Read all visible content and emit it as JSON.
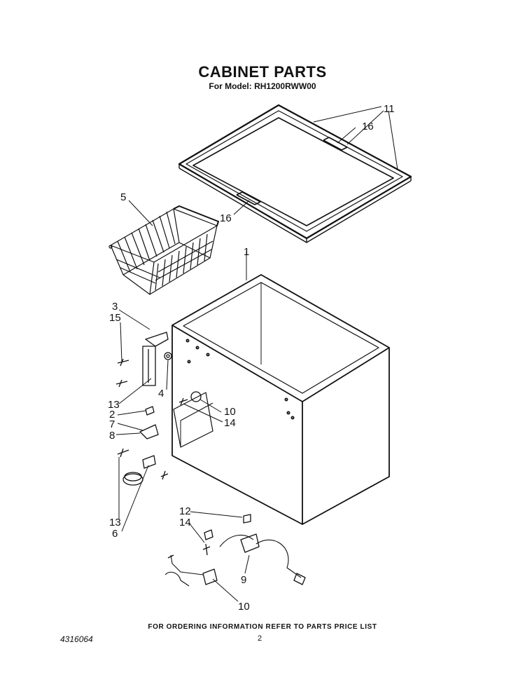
{
  "title": "CABINET PARTS",
  "model_line": "For Model: RH1200RWW00",
  "footer_note": "FOR ORDERING INFORMATION REFER TO PARTS PRICE LIST",
  "page_number": "2",
  "document_number": "4316064",
  "callouts": {
    "c1": "1",
    "c2": "2",
    "c3": "3",
    "c4": "4",
    "c5": "5",
    "c6": "6",
    "c7": "7",
    "c8": "8",
    "c9": "9",
    "c10a": "10",
    "c10b": "10",
    "c11": "11",
    "c12": "12",
    "c13a": "13",
    "c13b": "13",
    "c14a": "14",
    "c14b": "14",
    "c15": "15",
    "c16a": "16",
    "c16b": "16"
  }
}
